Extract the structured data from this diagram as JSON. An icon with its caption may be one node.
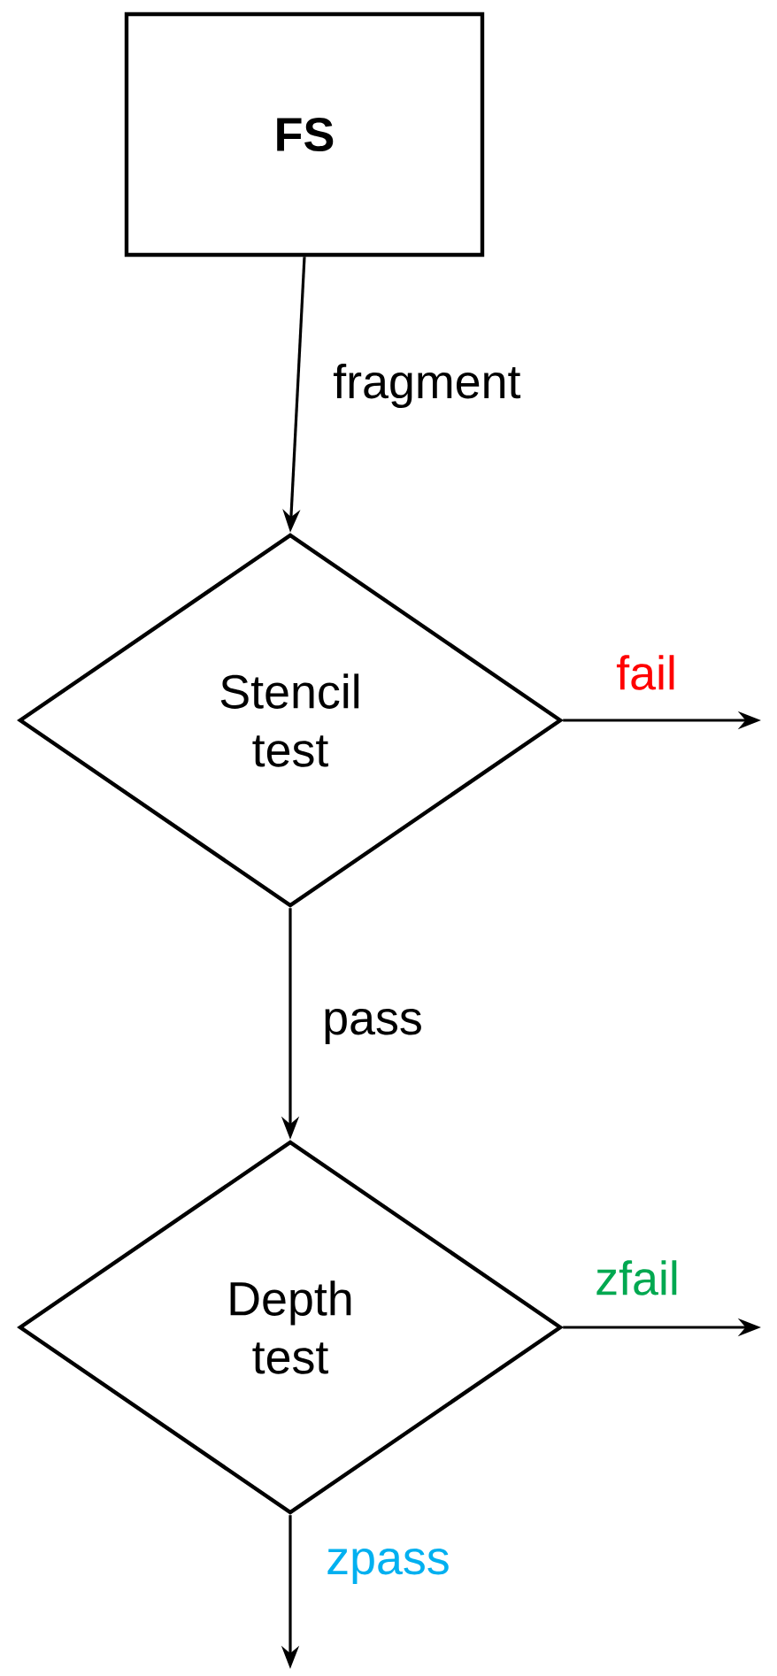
{
  "diagram": {
    "nodes": [
      {
        "text": [
          "**FS**"
        ]
      },
      {
        "text": [
          "Stencil test"
        ]
      },
      {
        "text": [
          "Depth test"
        ]
      }
    ],
    "edges": [
      {
        "from": 0,
        "to": 1,
        "arrow": "to",
        "label": "fragment"
      },
      {
        "from": 1,
        "to": null,
        "arrow": "to",
        "label": "fail"
      },
      {
        "from": 1,
        "to": 2,
        "arrow": "to",
        "label": "pass"
      },
      {
        "from": 2,
        "to": null,
        "arrow": "to",
        "label": "zfail"
      },
      {
        "from": 2,
        "to": null,
        "arrow": "to",
        "label": "zpass"
      }
    ]
  }
}
